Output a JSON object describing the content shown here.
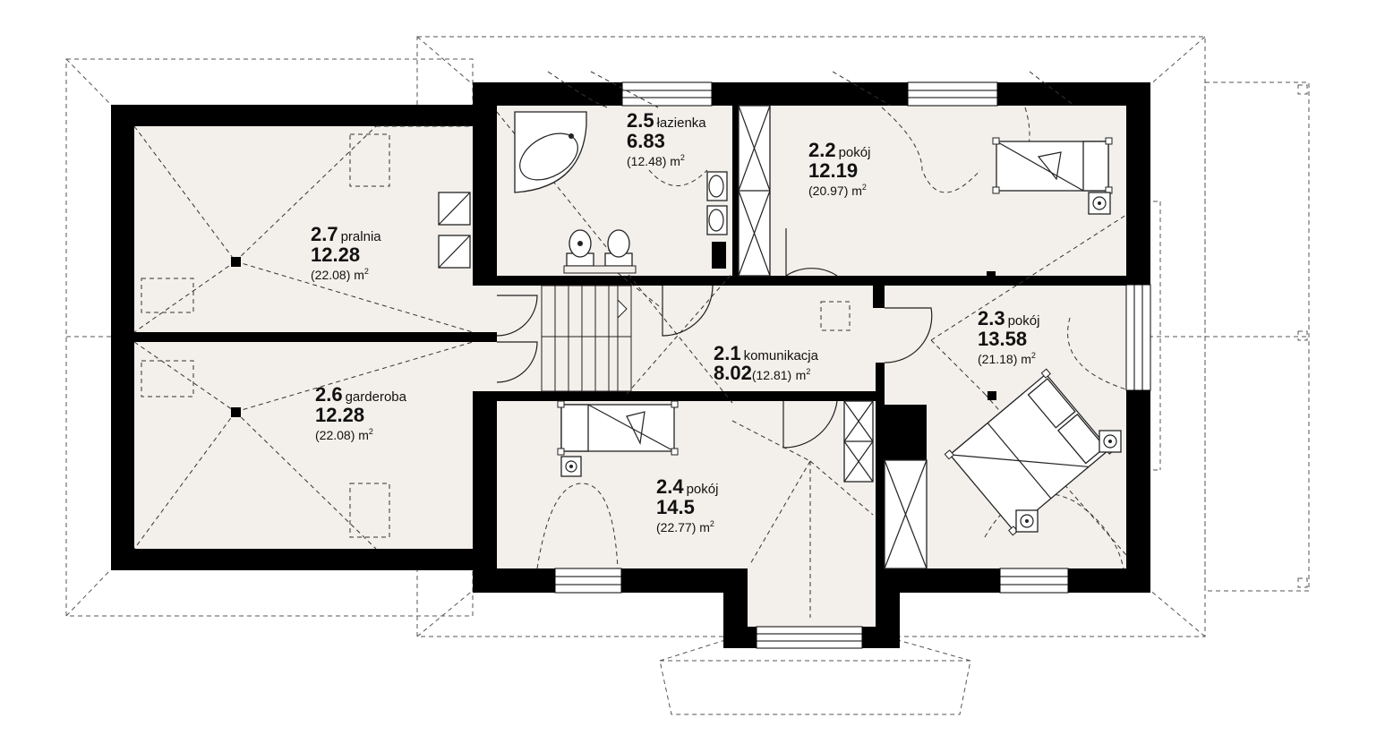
{
  "colors": {
    "wall": "#000000",
    "floor": "#f3efea",
    "roof_outline": "#555555",
    "background": "#ffffff"
  },
  "unit_label": "m",
  "unit_superscript": "2",
  "rooms": [
    {
      "id": "2.1",
      "number": "2.1",
      "name": "komunikacja",
      "area": "8.02",
      "gross": "(12.81)"
    },
    {
      "id": "2.2",
      "number": "2.2",
      "name": "pokój",
      "area": "12.19",
      "gross": "(20.97)"
    },
    {
      "id": "2.3",
      "number": "2.3",
      "name": "pokój",
      "area": "13.58",
      "gross": "(21.18)"
    },
    {
      "id": "2.4",
      "number": "2.4",
      "name": "pokój",
      "area": "14.5",
      "gross": "(22.77)"
    },
    {
      "id": "2.5",
      "number": "2.5",
      "name": "łazienka",
      "area": "6.83",
      "gross": "(12.48)"
    },
    {
      "id": "2.6",
      "number": "2.6",
      "name": "garderoba",
      "area": "12.28",
      "gross": "(22.08)"
    },
    {
      "id": "2.7",
      "number": "2.7",
      "name": "pralnia",
      "area": "12.28",
      "gross": "(22.08)"
    }
  ],
  "icons": [
    "bathtub-icon",
    "washbasin-icon",
    "toilet-icon",
    "bidet-icon",
    "single-bed-icon",
    "double-bed-icon",
    "nightstand-lamp-icon",
    "stairs-icon",
    "wardrobe-icon",
    "washing-machine-icon",
    "skylight-icon",
    "window-icon",
    "door-swing-icon",
    "chimney-icon"
  ]
}
